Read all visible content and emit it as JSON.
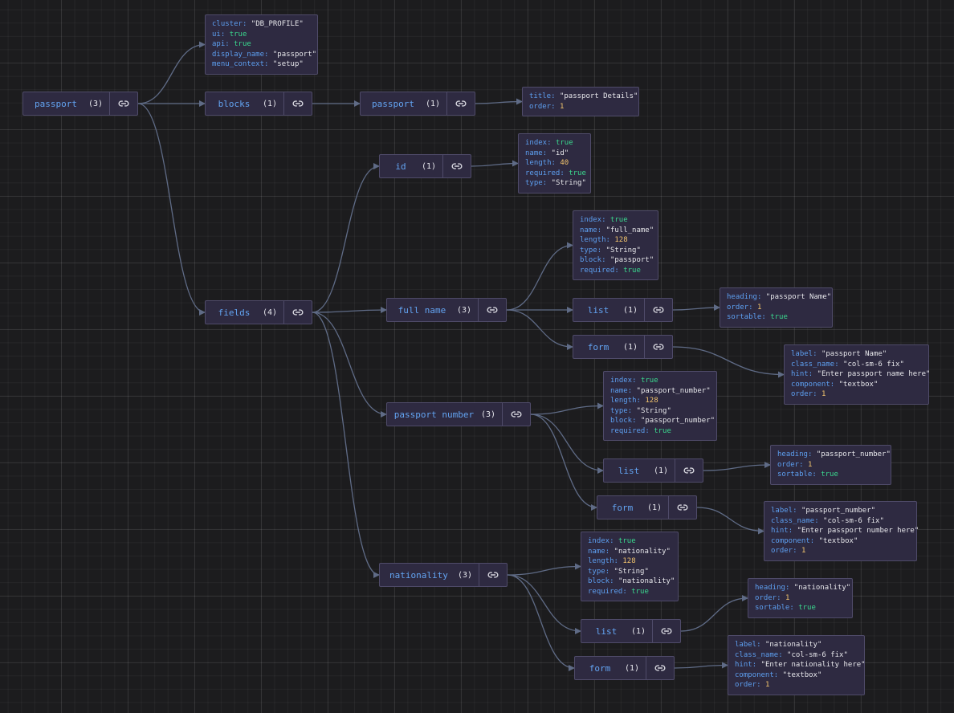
{
  "colors": {
    "background": "#1c1c1e",
    "node_bg": "#2e2a41",
    "node_border": "#4f4b69",
    "key": "#5d9ff0",
    "string": "#e6e6ea",
    "boolean": "#3ad88e",
    "number": "#f2c46d",
    "edge": "#5f6b86"
  },
  "nodes": [
    {
      "id": "root",
      "label": "passport",
      "count": "(3)",
      "icon": "link-icon"
    },
    {
      "id": "blocks",
      "label": "blocks",
      "count": "(1)",
      "icon": "link-icon"
    },
    {
      "id": "fields",
      "label": "fields",
      "count": "(4)",
      "icon": "link-icon"
    },
    {
      "id": "blk_passport",
      "label": "passport",
      "count": "(1)",
      "icon": "link-icon"
    },
    {
      "id": "f_id",
      "label": "id",
      "count": "(1)",
      "icon": "link-icon"
    },
    {
      "id": "f_full",
      "label": "full name",
      "count": "(3)",
      "icon": "link-icon"
    },
    {
      "id": "f_pnum",
      "label": "passport number",
      "count": "(3)",
      "icon": "link-icon"
    },
    {
      "id": "f_nat",
      "label": "nationality",
      "count": "(3)",
      "icon": "link-icon"
    },
    {
      "id": "full_list",
      "label": "list",
      "count": "(1)",
      "icon": "link-icon"
    },
    {
      "id": "full_form",
      "label": "form",
      "count": "(1)",
      "icon": "link-icon"
    },
    {
      "id": "pnum_list",
      "label": "list",
      "count": "(1)",
      "icon": "link-icon"
    },
    {
      "id": "pnum_form",
      "label": "form",
      "count": "(1)",
      "icon": "link-icon"
    },
    {
      "id": "nat_list",
      "label": "list",
      "count": "(1)",
      "icon": "link-icon"
    },
    {
      "id": "nat_form",
      "label": "form",
      "count": "(1)",
      "icon": "link-icon"
    }
  ],
  "objects": [
    {
      "id": "o_root",
      "rows": [
        {
          "k": "cluster",
          "v": "\"DB_PROFILE\"",
          "t": "s"
        },
        {
          "k": "ui",
          "v": "true",
          "t": "b"
        },
        {
          "k": "api",
          "v": "true",
          "t": "b"
        },
        {
          "k": "display_name",
          "v": "\"passport\"",
          "t": "s"
        },
        {
          "k": "menu_context",
          "v": "\"setup\"",
          "t": "s"
        }
      ]
    },
    {
      "id": "o_blk",
      "rows": [
        {
          "k": "title",
          "v": "\"passport Details\"",
          "t": "s"
        },
        {
          "k": "order",
          "v": "1",
          "t": "n"
        }
      ]
    },
    {
      "id": "o_id",
      "rows": [
        {
          "k": "index",
          "v": "true",
          "t": "b"
        },
        {
          "k": "name",
          "v": "\"id\"",
          "t": "s"
        },
        {
          "k": "length",
          "v": "40",
          "t": "n"
        },
        {
          "k": "required",
          "v": "true",
          "t": "b"
        },
        {
          "k": "type",
          "v": "\"String\"",
          "t": "s"
        }
      ]
    },
    {
      "id": "o_full",
      "rows": [
        {
          "k": "index",
          "v": "true",
          "t": "b"
        },
        {
          "k": "name",
          "v": "\"full_name\"",
          "t": "s"
        },
        {
          "k": "length",
          "v": "128",
          "t": "n"
        },
        {
          "k": "type",
          "v": "\"String\"",
          "t": "s"
        },
        {
          "k": "block",
          "v": "\"passport\"",
          "t": "s"
        },
        {
          "k": "required",
          "v": "true",
          "t": "b"
        }
      ]
    },
    {
      "id": "o_full_list",
      "rows": [
        {
          "k": "heading",
          "v": "\"passport Name\"",
          "t": "s"
        },
        {
          "k": "order",
          "v": "1",
          "t": "n"
        },
        {
          "k": "sortable",
          "v": "true",
          "t": "b"
        }
      ]
    },
    {
      "id": "o_full_form",
      "rows": [
        {
          "k": "label",
          "v": "\"passport Name\"",
          "t": "s"
        },
        {
          "k": "class_name",
          "v": "\"col-sm-6 fix\"",
          "t": "s"
        },
        {
          "k": "hint",
          "v": "\"Enter passport name here\"",
          "t": "s"
        },
        {
          "k": "component",
          "v": "\"textbox\"",
          "t": "s"
        },
        {
          "k": "order",
          "v": "1",
          "t": "n"
        }
      ]
    },
    {
      "id": "o_pnum",
      "rows": [
        {
          "k": "index",
          "v": "true",
          "t": "b"
        },
        {
          "k": "name",
          "v": "\"passport_number\"",
          "t": "s"
        },
        {
          "k": "length",
          "v": "128",
          "t": "n"
        },
        {
          "k": "type",
          "v": "\"String\"",
          "t": "s"
        },
        {
          "k": "block",
          "v": "\"passport_number\"",
          "t": "s"
        },
        {
          "k": "required",
          "v": "true",
          "t": "b"
        }
      ]
    },
    {
      "id": "o_pnum_list",
      "rows": [
        {
          "k": "heading",
          "v": "\"passport_number\"",
          "t": "s"
        },
        {
          "k": "order",
          "v": "1",
          "t": "n"
        },
        {
          "k": "sortable",
          "v": "true",
          "t": "b"
        }
      ]
    },
    {
      "id": "o_pnum_form",
      "rows": [
        {
          "k": "label",
          "v": "\"passport_number\"",
          "t": "s"
        },
        {
          "k": "class_name",
          "v": "\"col-sm-6 fix\"",
          "t": "s"
        },
        {
          "k": "hint",
          "v": "\"Enter passport number here\"",
          "t": "s"
        },
        {
          "k": "component",
          "v": "\"textbox\"",
          "t": "s"
        },
        {
          "k": "order",
          "v": "1",
          "t": "n"
        }
      ]
    },
    {
      "id": "o_nat",
      "rows": [
        {
          "k": "index",
          "v": "true",
          "t": "b"
        },
        {
          "k": "name",
          "v": "\"nationality\"",
          "t": "s"
        },
        {
          "k": "length",
          "v": "128",
          "t": "n"
        },
        {
          "k": "type",
          "v": "\"String\"",
          "t": "s"
        },
        {
          "k": "block",
          "v": "\"nationality\"",
          "t": "s"
        },
        {
          "k": "required",
          "v": "true",
          "t": "b"
        }
      ]
    },
    {
      "id": "o_nat_list",
      "rows": [
        {
          "k": "heading",
          "v": "\"nationality\"",
          "t": "s"
        },
        {
          "k": "order",
          "v": "1",
          "t": "n"
        },
        {
          "k": "sortable",
          "v": "true",
          "t": "b"
        }
      ]
    },
    {
      "id": "o_nat_form",
      "rows": [
        {
          "k": "label",
          "v": "\"nationality\"",
          "t": "s"
        },
        {
          "k": "class_name",
          "v": "\"col-sm-6 fix\"",
          "t": "s"
        },
        {
          "k": "hint",
          "v": "\"Enter nationality here\"",
          "t": "s"
        },
        {
          "k": "component",
          "v": "\"textbox\"",
          "t": "s"
        },
        {
          "k": "order",
          "v": "1",
          "t": "n"
        }
      ]
    }
  ],
  "edges": [
    [
      "root",
      "o_root"
    ],
    [
      "root",
      "blocks"
    ],
    [
      "root",
      "fields"
    ],
    [
      "blocks",
      "blk_passport"
    ],
    [
      "blk_passport",
      "o_blk"
    ],
    [
      "fields",
      "f_id"
    ],
    [
      "fields",
      "f_full"
    ],
    [
      "fields",
      "f_pnum"
    ],
    [
      "fields",
      "f_nat"
    ],
    [
      "f_id",
      "o_id"
    ],
    [
      "f_full",
      "o_full"
    ],
    [
      "f_full",
      "full_list"
    ],
    [
      "f_full",
      "full_form"
    ],
    [
      "full_list",
      "o_full_list"
    ],
    [
      "full_form",
      "o_full_form"
    ],
    [
      "f_pnum",
      "o_pnum"
    ],
    [
      "f_pnum",
      "pnum_list"
    ],
    [
      "f_pnum",
      "pnum_form"
    ],
    [
      "pnum_list",
      "o_pnum_list"
    ],
    [
      "pnum_form",
      "o_pnum_form"
    ],
    [
      "f_nat",
      "o_nat"
    ],
    [
      "f_nat",
      "nat_list"
    ],
    [
      "f_nat",
      "nat_form"
    ],
    [
      "nat_list",
      "o_nat_list"
    ],
    [
      "nat_form",
      "o_nat_form"
    ]
  ]
}
